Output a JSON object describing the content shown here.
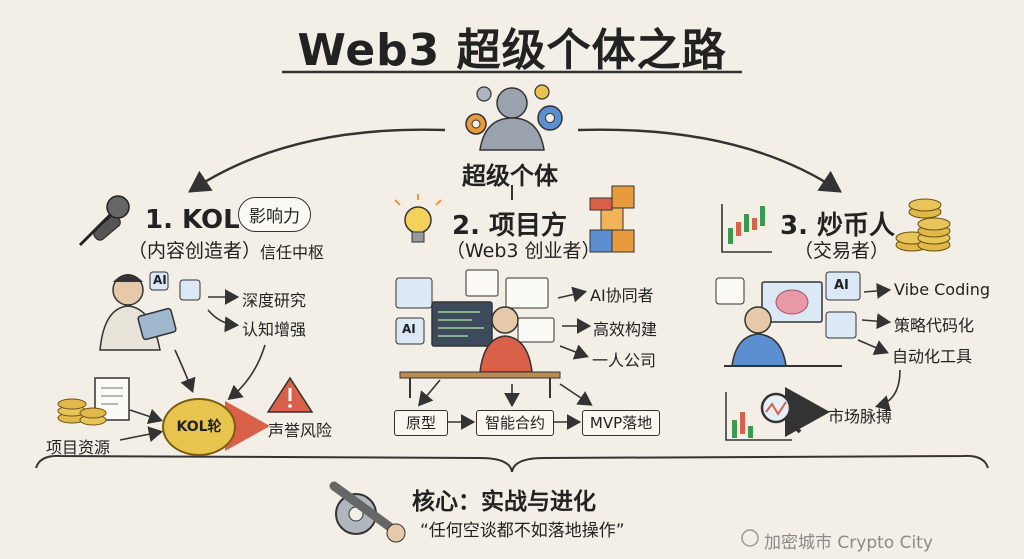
{
  "title": "Web3 超级个体之路",
  "center_label": "超级个体",
  "kol": {
    "heading": "1. KOL",
    "sub": "（内容创造者）",
    "bubble": "影响力",
    "bubble_sub": "信任中枢",
    "items": [
      "深度研究",
      "认知增强"
    ],
    "ai_tag": "AI",
    "resources": "项目资源",
    "wheel": "KOL轮",
    "risk": "声誉风险"
  },
  "builder": {
    "heading": "2. 项目方",
    "sub": "（Web3 创业者）",
    "items": [
      "AI协同者",
      "高效构建",
      "一人公司"
    ],
    "ai_tag": "AI",
    "flow": [
      "原型",
      "智能合约",
      "MVP落地"
    ]
  },
  "trader": {
    "heading": "3. 炒币人",
    "sub": "（交易者）",
    "items": [
      "Vibe Coding",
      "策略代码化",
      "自动化工具"
    ],
    "ai_tag": "AI",
    "market": "市场脉搏"
  },
  "core": {
    "title": "核心：实战与进化",
    "quote": "“任何空谈都不如落地操作”"
  },
  "watermark": "加密城市 Crypto City",
  "colors": {
    "arrow_red": "#d9614a",
    "gold": "#e7c44e",
    "blue": "#5b8fd0",
    "orange": "#e89a3c"
  }
}
